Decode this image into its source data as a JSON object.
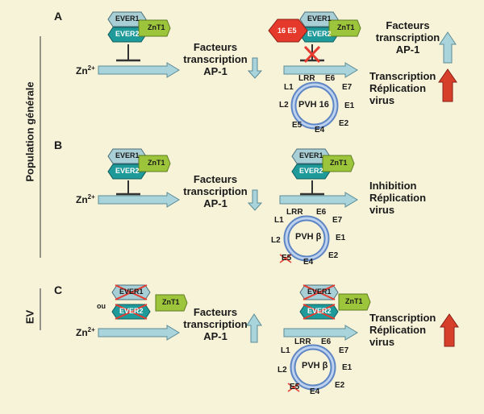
{
  "side_labels": {
    "general_population": "Population générale",
    "ev": "EV"
  },
  "panels": {
    "A": {
      "letter": "A",
      "left": {
        "protein1": "EVER1",
        "protein2": "EVER2",
        "protein3": "ZnT1",
        "zinc": "Zn",
        "zinc_sup": "2+",
        "factor_line1": "Facteurs",
        "factor_line2": "transcription",
        "factor_line3": "AP-1"
      },
      "right": {
        "protein1": "EVER1",
        "protein2": "EVER2",
        "protein3": "ZnT1",
        "viral_protein": "16 E5",
        "virus_name": "PVH 16",
        "genes": {
          "LRR": "LRR",
          "E6": "E6",
          "E7": "E7",
          "L1": "L1",
          "L2": "L2",
          "E1": "E1",
          "E2": "E2",
          "E4": "E4",
          "E5": "E5"
        },
        "result_line1": "Facteurs",
        "result_line2": "transcription",
        "result_line3": "AP-1",
        "result_line4": "Transcription",
        "result_line5": "Réplication",
        "result_line6": "virus"
      }
    },
    "B": {
      "letter": "B",
      "left": {
        "protein1": "EVER1",
        "protein2": "EVER2",
        "protein3": "ZnT1",
        "zinc": "Zn",
        "zinc_sup": "2+",
        "factor_line1": "Facteurs",
        "factor_line2": "transcription",
        "factor_line3": "AP-1"
      },
      "right": {
        "protein1": "EVER1",
        "protein2": "EVER2",
        "protein3": "ZnT1",
        "virus_name": "PVH β",
        "genes": {
          "LRR": "LRR",
          "E6": "E6",
          "E7": "E7",
          "L1": "L1",
          "L2": "L2",
          "E1": "E1",
          "E2": "E2",
          "E4": "E4",
          "E5": "E5"
        },
        "result_line1": "Inhibition",
        "result_line2": "Réplication",
        "result_line3": "virus"
      }
    },
    "C": {
      "letter": "C",
      "left": {
        "protein1": "EVER1",
        "protein2": "EVER2",
        "protein3": "ZnT1",
        "or_word": "ou",
        "zinc": "Zn",
        "zinc_sup": "2+",
        "factor_line1": "Facteurs",
        "factor_line2": "transcription",
        "factor_line3": "AP-1"
      },
      "right": {
        "protein1": "EVER1",
        "protein2": "EVER2",
        "protein3": "ZnT1",
        "virus_name": "PVH β",
        "genes": {
          "LRR": "LRR",
          "E6": "E6",
          "E7": "E7",
          "L1": "L1",
          "L2": "L2",
          "E1": "E1",
          "E2": "E2",
          "E4": "E4",
          "E5": "E5"
        },
        "result_line1": "Transcription",
        "result_line2": "Réplication",
        "result_line3": "virus"
      }
    }
  },
  "colors": {
    "background": "#f7f3d9",
    "ever1": "#a9cfd6",
    "ever2": "#1f9a9a",
    "znt1": "#9cc53c",
    "viral_e5": "#e5392b",
    "arrow_fill": "#a9d4dc",
    "up_arrow_red": "#d6402b",
    "down_arrow": "#a9d4dc",
    "cross_red": "#e53a2f"
  }
}
